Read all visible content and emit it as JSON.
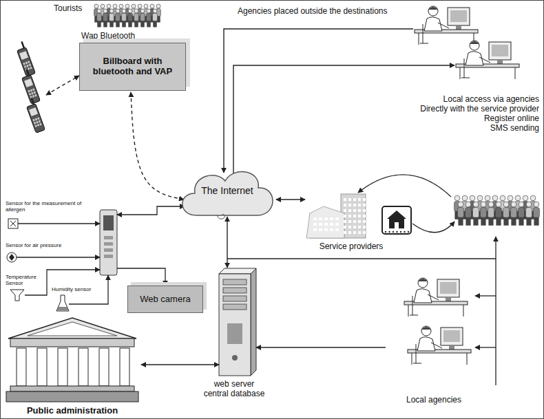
{
  "diagram": {
    "nodes": [
      {
        "text": [
          "Tourists",
          "Wap Bluetooth"
        ]
      },
      {
        "text": [
          "Billboard with bluetooth and VAP"
        ]
      },
      {
        "text": [
          "Agencies placed outside the destinations"
        ]
      },
      {
        "text": [
          "Local access via agencies",
          "Directly with the service provider",
          "Register online",
          "SMS sending"
        ]
      },
      {
        "text": [
          "The Internet"
        ]
      },
      {
        "text": [
          "Service providers"
        ]
      },
      {
        "text": [
          "Sensor for the measurement of allergen"
        ]
      },
      {
        "text": [
          "Sensor for air pressure"
        ]
      },
      {
        "text": [
          "Temperature Sensor"
        ]
      },
      {
        "text": [
          "Humidity sensor"
        ]
      },
      {
        "text": [
          "Web camera"
        ]
      },
      {
        "text": [
          "web server central database"
        ]
      },
      {
        "text": [
          "Local agencies"
        ]
      },
      {
        "text": [
          "Public administration"
        ]
      }
    ],
    "edges": [
      {
        "from": 0,
        "to": 1,
        "arrow": "both"
      },
      {
        "from": 1,
        "to": 4,
        "arrow": "both"
      },
      {
        "from": 2,
        "to": 4,
        "arrow": "to"
      },
      {
        "from": 4,
        "to": 3,
        "arrow": "to"
      },
      {
        "from": 4,
        "to": 5,
        "arrow": "both"
      },
      {
        "from": 4,
        "to": 11,
        "arrow": "both"
      },
      {
        "from": 12,
        "to": 11,
        "arrow": "to"
      },
      {
        "from": 11,
        "to": 13,
        "arrow": "both"
      }
    ]
  }
}
